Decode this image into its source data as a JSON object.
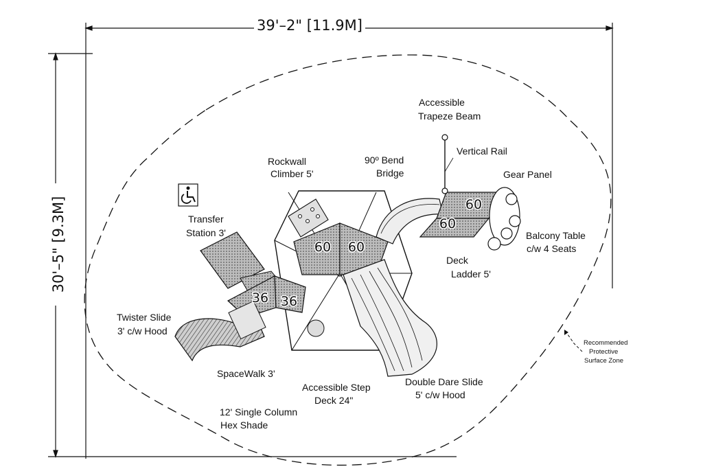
{
  "dimensions": {
    "width": "39'–2\" [11.9M]",
    "depth": "30'–5\" [9.3M]"
  },
  "labels": {
    "trapeze_1": "Accessible",
    "trapeze_2": "Trapeze Beam",
    "vertical_rail": "Vertical Rail",
    "gear_panel": "Gear Panel",
    "bend_bridge_1": "90º Bend",
    "bend_bridge_2": "Bridge",
    "rockwall_1": "Rockwall",
    "rockwall_2": "Climber 5'",
    "transfer_1": "Transfer",
    "transfer_2": "Station 3'",
    "balcony_1": "Balcony Table",
    "balcony_2": "c/w 4 Seats",
    "deck_ladder_1": "Deck",
    "deck_ladder_2": "Ladder 5'",
    "twister_1": "Twister Slide",
    "twister_2": "3' c/w Hood",
    "spacewalk": "SpaceWalk 3'",
    "step_deck_1": "Accessible Step",
    "step_deck_2": "Deck 24\"",
    "double_dare_1": "Double Dare Slide",
    "double_dare_2": "5' c/w Hood",
    "hex_shade_1": "12' Single Column",
    "hex_shade_2": "Hex Shade",
    "surface_1": "Recommended",
    "surface_2": "Protective",
    "surface_3": "Surface Zone"
  },
  "deck_heights": [
    "60",
    "60",
    "60",
    "60",
    "36",
    "36"
  ],
  "icons": [
    "wheelchair-accessibility-icon"
  ]
}
